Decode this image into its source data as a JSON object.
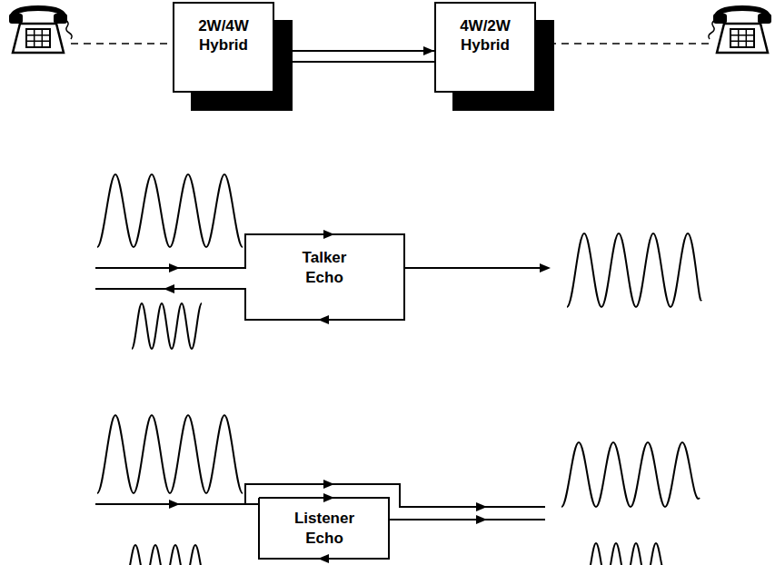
{
  "diagram": {
    "nodes": [
      {
        "text": [
          "2W/4W Hybrid"
        ]
      },
      {
        "text": [
          "4W/2W Hybrid"
        ]
      }
    ],
    "edges": [
      {
        "from": 0,
        "to": 1,
        "arrow": "to"
      },
      {
        "from": 1,
        "to": 0,
        "arrow": "to"
      }
    ],
    "labels": [
      "Talker Echo",
      "Listener Echo"
    ]
  }
}
